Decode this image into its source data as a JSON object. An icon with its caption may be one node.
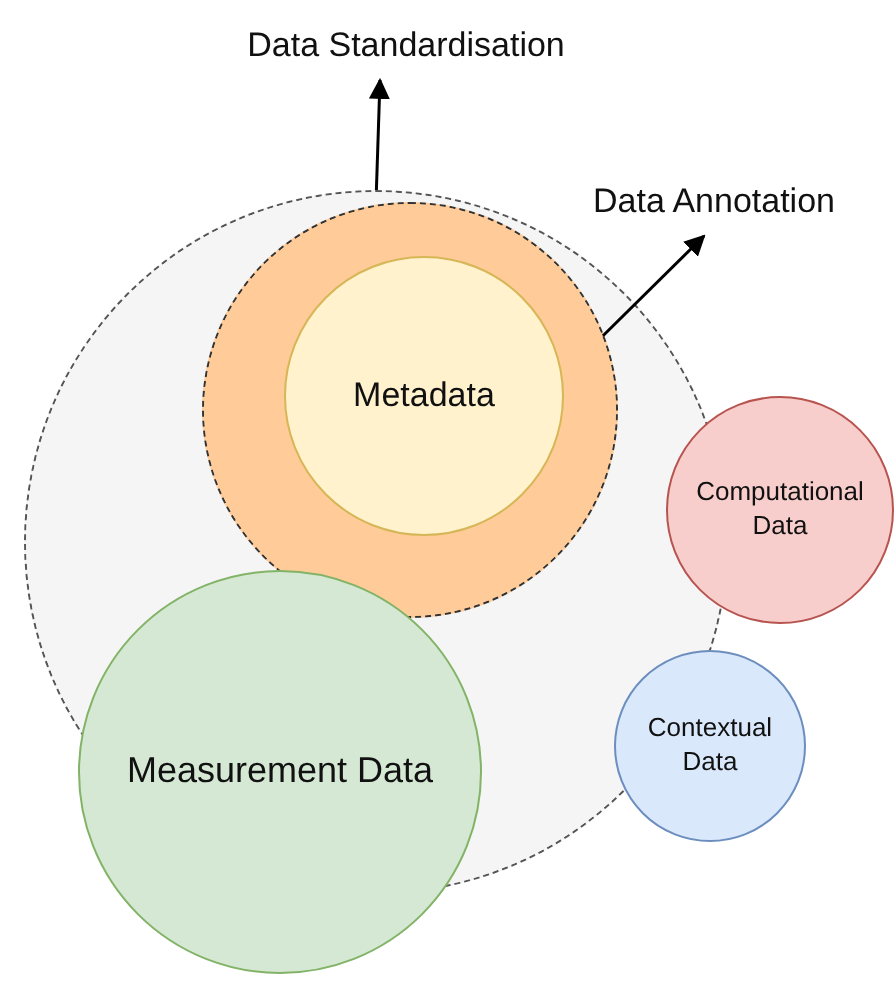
{
  "diagram": {
    "nodes": [
      {
        "text": [],
        "shape": "circle"
      },
      {
        "text": [],
        "shape": "circle",
        "in": 0
      },
      {
        "text": [
          "Metadata"
        ],
        "in": 1
      },
      {
        "text": [
          "Measurement Data"
        ]
      },
      {
        "text": [
          "Computational Data"
        ]
      },
      {
        "text": [
          "Contextual Data"
        ]
      },
      {
        "text": [
          "Data Standardisation"
        ]
      },
      {
        "text": [
          "Data Annotation"
        ]
      }
    ],
    "edges": [
      {
        "from": 0,
        "to": 6,
        "arrow": "to"
      },
      {
        "from": 1,
        "to": 7,
        "arrow": "to"
      }
    ]
  }
}
